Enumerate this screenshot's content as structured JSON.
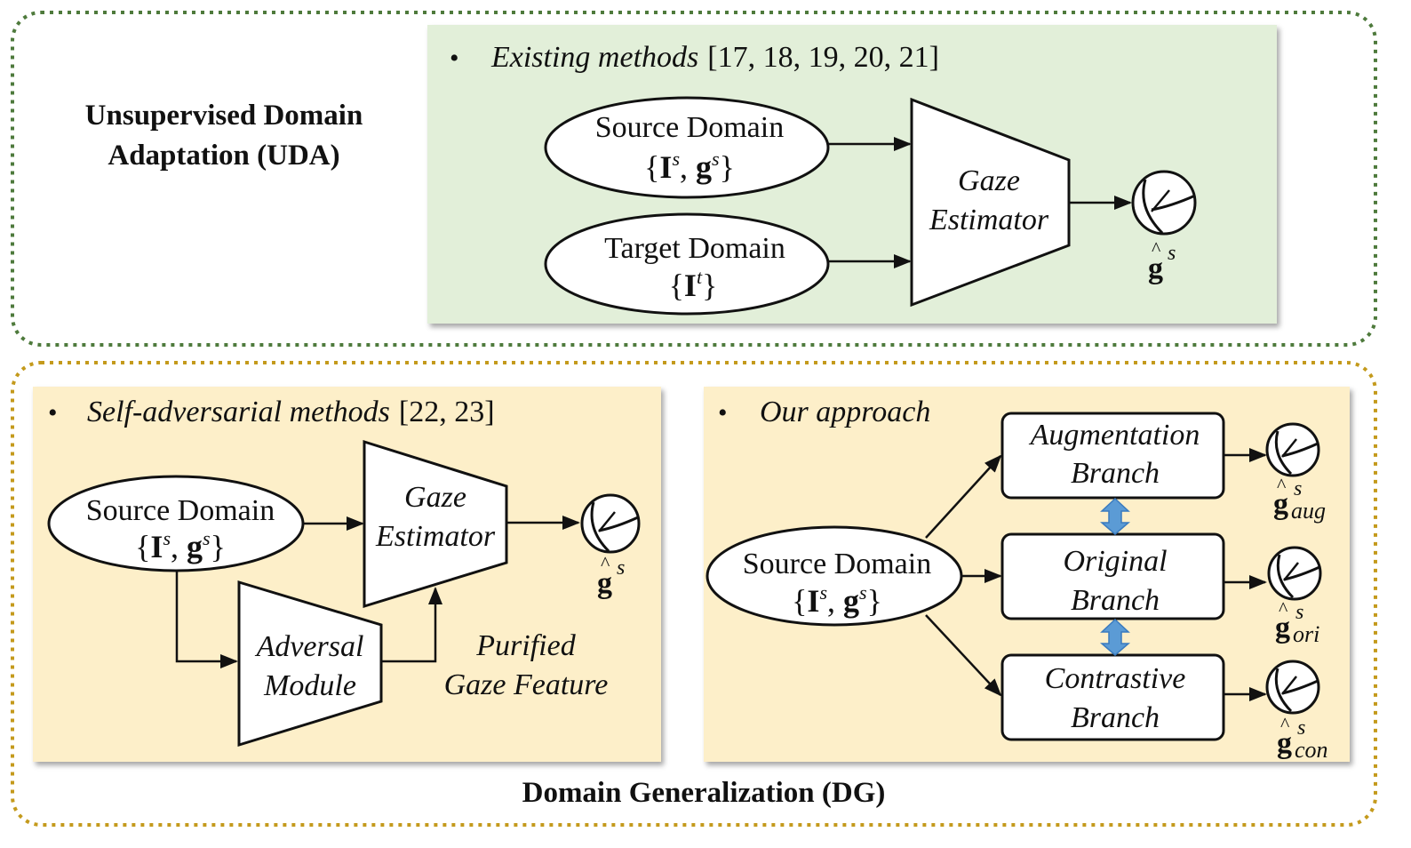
{
  "uda": {
    "title_line1": "Unsupervised Domain",
    "title_line2": "Adaptation (UDA)",
    "bullet": "•",
    "heading_italic": "Existing methods",
    "heading_refs": "[17, 18, 19, 20, 21]",
    "source": {
      "label": "Source Domain",
      "set_open": "{",
      "I": "I",
      "I_sup": "s",
      "sep": ", ",
      "g": "g",
      "g_sup": "s",
      "set_close": "}"
    },
    "target": {
      "label": "Target Domain",
      "set_open": "{",
      "I": "I",
      "I_sup": "t",
      "set_close": "}"
    },
    "estimator_line1": "Gaze",
    "estimator_line2": "Estimator",
    "output": {
      "hat": "^",
      "g": "g",
      "sup": "s"
    }
  },
  "dg": {
    "title": "Domain Generalization (DG)",
    "self_adv": {
      "bullet": "•",
      "heading_italic": "Self-adversarial methods",
      "heading_refs": "[22, 23]",
      "source": {
        "label": "Source Domain",
        "set_open": "{",
        "I": "I",
        "I_sup": "s",
        "sep": ", ",
        "g": "g",
        "g_sup": "s",
        "set_close": "}"
      },
      "estimator_line1": "Gaze",
      "estimator_line2": "Estimator",
      "adversal_line1": "Adversal",
      "adversal_line2": "Module",
      "purified_line1": "Purified",
      "purified_line2": "Gaze Feature",
      "output": {
        "hat": "^",
        "g": "g",
        "sup": "s"
      }
    },
    "ours": {
      "bullet": "•",
      "heading_italic": "Our approach",
      "source": {
        "label": "Source Domain",
        "set_open": "{",
        "I": "I",
        "I_sup": "s",
        "sep": ", ",
        "g": "g",
        "g_sup": "s",
        "set_close": "}"
      },
      "branches": [
        {
          "line1": "Augmentation",
          "line2": "Branch",
          "out_sup": "s",
          "out_sub": "aug"
        },
        {
          "line1": "Original",
          "line2": "Branch",
          "out_sup": "s",
          "out_sub": "ori"
        },
        {
          "line1": "Contrastive",
          "line2": "Branch",
          "out_sup": "s",
          "out_sub": "con"
        }
      ],
      "output_hat": "^",
      "output_g": "g"
    }
  },
  "colors": {
    "uda_border": "#4e7a3c",
    "dg_border": "#c49a1c",
    "uda_panel": "#e2efd9",
    "dg_panel": "#fdefc9",
    "double_arrow": "#5b9bd5"
  }
}
